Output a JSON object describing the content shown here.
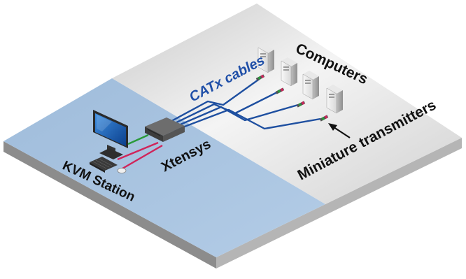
{
  "labels": {
    "cables": "CATx cables",
    "computers": "Computers",
    "transmitters": "Miniature transmitters",
    "switch": "Xtensys",
    "station": "KVM Station"
  },
  "colors": {
    "blue_zone": "#a8c3df",
    "grey_zone": "#dcdcdc",
    "cable": "#1e4fa0",
    "video_link": "#2a9a3a",
    "input_link": "#d0245a",
    "label_blue": "#1f4fa8"
  },
  "icons": {
    "computer": "tower-pc-icon",
    "monitor": "monitor-icon",
    "keyboard": "keyboard-icon",
    "mouse": "mouse-icon",
    "switch": "kvm-switch-icon",
    "transmitter": "transmitter-dongle-icon",
    "arrow": "arrow-icon"
  }
}
